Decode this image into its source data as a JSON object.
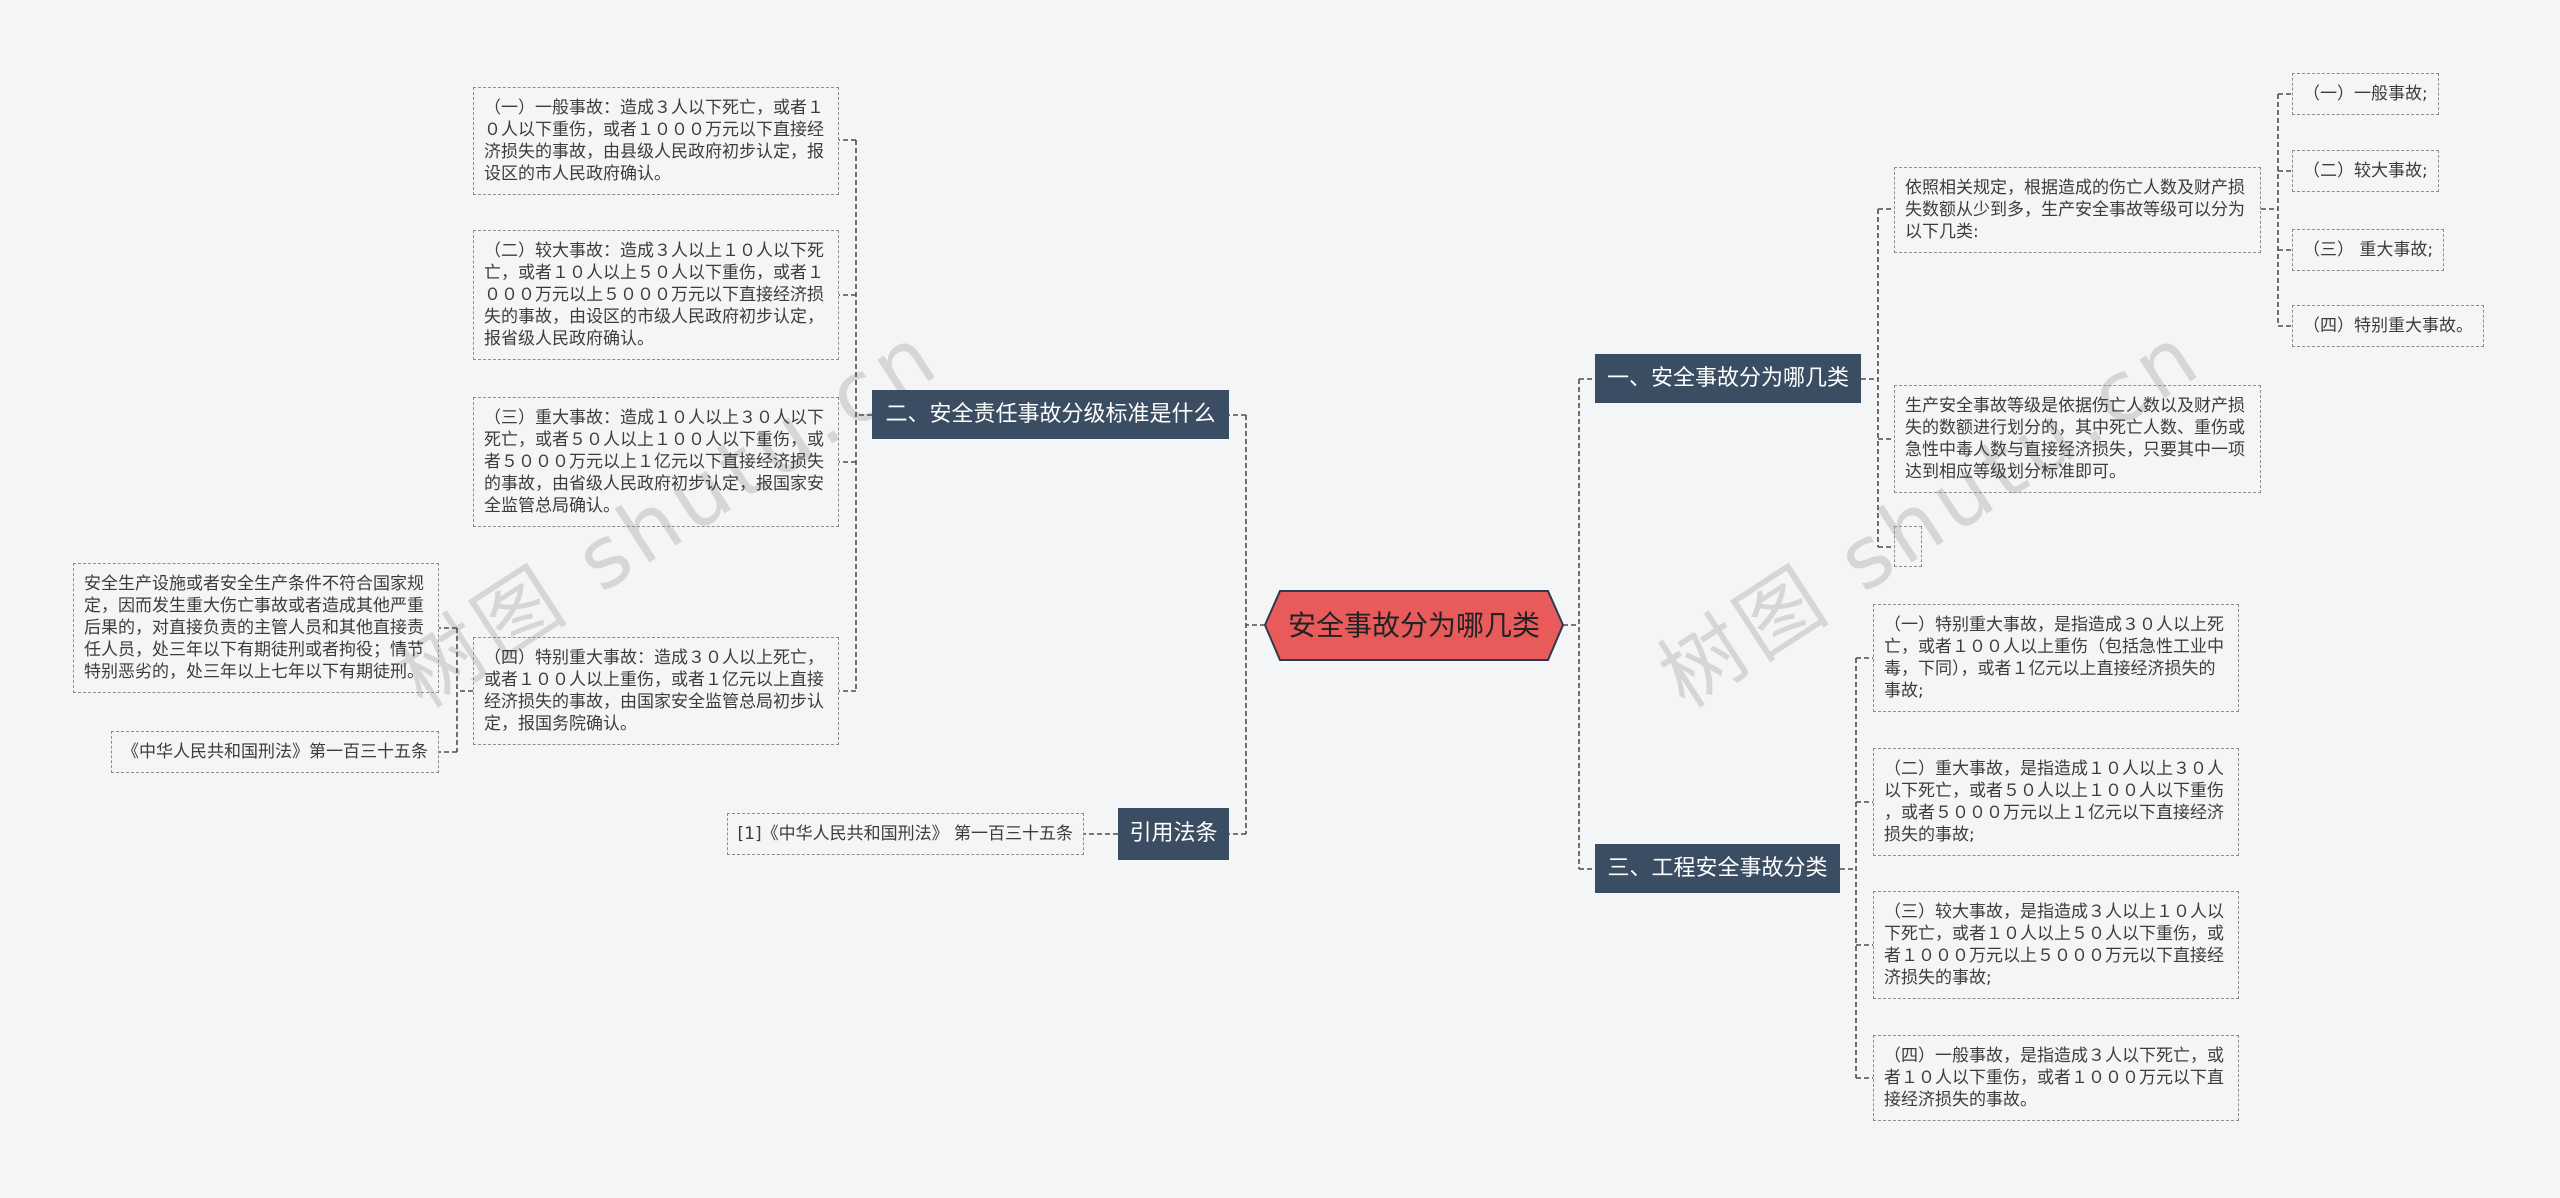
{
  "watermark": "树图 shutu.cn",
  "colors": {
    "background": "#f4f5f7",
    "root_fill": "#e95a5b",
    "root_border": "#2c3a4b",
    "root_text": "#222222",
    "topic_fill": "#3b4d63",
    "topic_text": "#ffffff",
    "connector": "#4d4d4d",
    "leaf_border": "#8e8e8e",
    "leaf_text": "#3c3c3c"
  },
  "root": {
    "label": "安全事故分为哪几类"
  },
  "accident_classes": {
    "label": "一、安全事故分为哪几类",
    "rule": {
      "lines": [
        "依照相关规定，根据造成的伤亡人数及财产损",
        "失数额从少到多，生产安全事故等级可以分为",
        "以下几类:"
      ],
      "grades": [
        "（一）一般事故;",
        "（二）较大事故;",
        "（三） 重大事故;",
        "（四）特别重大事故。"
      ]
    },
    "basis": {
      "lines": [
        "生产安全事故等级是依据伤亡人数以及财产损",
        "失的数额进行划分的，其中死亡人数、重伤或",
        "急性中毒人数与直接经济损失，只要其中一项",
        "达到相应等级划分标准即可。"
      ]
    }
  },
  "responsibility_standards": {
    "label": "二、安全责任事故分级标准是什么",
    "grades": [
      {
        "lines": [
          "（一）一般事故：造成３人以下死亡，或者１",
          "０人以下重伤，或者１０００万元以下直接经",
          "济损失的事故，由县级人民政府初步认定，报",
          "设区的市人民政府确认。"
        ]
      },
      {
        "lines": [
          "（二）较大事故：造成３人以上１０人以下死",
          "亡，或者１０人以上５０人以下重伤，或者１",
          "０００万元以上５０００万元以下直接经济损",
          "失的事故，由设区的市级人民政府初步认定，",
          "报省级人民政府确认。"
        ]
      },
      {
        "lines": [
          "（三）重大事故：造成１０人以上３０人以下",
          "死亡，或者５０人以上１００人以下重伤，或",
          "者５０００万元以上１亿元以下直接经济损失",
          "的事故，由省级人民政府初步认定，报国家安",
          "全监管总局确认。"
        ]
      },
      {
        "lines": [
          "（四）特别重大事故：造成３０人以上死亡，",
          "或者１００人以上重伤，或者１亿元以上直接",
          "经济损失的事故，由国家安全监管总局初步认",
          "定，报国务院确认。"
        ],
        "notes": [
          {
            "lines": [
              "安全生产设施或者安全生产条件不符合国家规",
              "定，因而发生重大伤亡事故或者造成其他严重",
              "后果的，对直接负责的主管人员和其他直接责",
              "任人员，处三年以下有期徒刑或者拘役；情节",
              "特别恶劣的，处三年以上七年以下有期徒刑。"
            ]
          },
          {
            "lines": [
              "《中华人民共和国刑法》第一百三十五条"
            ]
          }
        ]
      }
    ]
  },
  "engineering_classes": {
    "label": "三、工程安全事故分类",
    "grades": [
      {
        "lines": [
          "（一）特别重大事故，是指造成３０人以上死",
          "亡，或者１００人以上重伤（包括急性工业中",
          "毒，下同），或者１亿元以上直接经济损失的",
          "事故;"
        ]
      },
      {
        "lines": [
          "（二）重大事故，是指造成１０人以上３０人",
          "以下死亡，或者５０人以上１００人以下重伤",
          "，或者５０００万元以上１亿元以下直接经济",
          "损失的事故;"
        ]
      },
      {
        "lines": [
          "（三）较大事故，是指造成３人以上１０人以",
          "下死亡，或者１０人以上５０人以下重伤，或",
          "者１０００万元以上５０００万元以下直接经",
          "济损失的事故;"
        ]
      },
      {
        "lines": [
          "（四）一般事故，是指造成３人以下死亡，或",
          "者１０人以下重伤，或者１０００万元以下直",
          "接经济损失的事故。"
        ]
      }
    ]
  },
  "cited_law": {
    "label": "引用法条",
    "items": [
      "[1]《中华人民共和国刑法》 第一百三十五条"
    ]
  }
}
